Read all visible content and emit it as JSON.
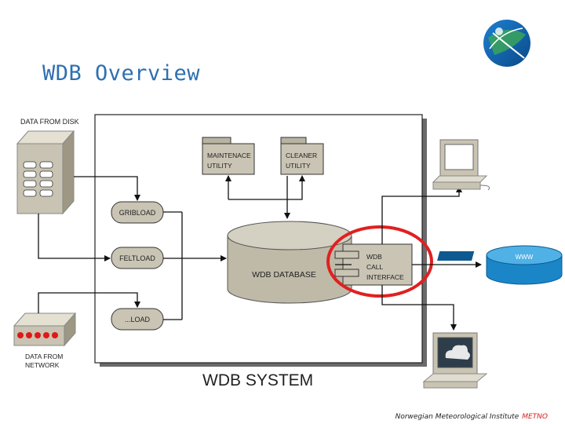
{
  "title": "WDB Overview",
  "footer": {
    "institute": "Norwegian Meteorological Institute",
    "brand": "METNO"
  },
  "diagram": {
    "data_from_disk": "DATA FROM DISK",
    "data_from_network_1": "DATA FROM",
    "data_from_network_2": "NETWORK",
    "gribload": "GRIBLOAD",
    "feltload": "FELTLOAD",
    "other_load": "...LOAD",
    "maintenance_1": "MAINTENACE",
    "maintenance_2": "UTILITY",
    "cleaner_1": "CLEANER",
    "cleaner_2": "UTILITY",
    "database": "WDB DATABASE",
    "call_1": "WDB",
    "call_2": "CALL",
    "call_3": "INTERFACE",
    "system": "WDB SYSTEM",
    "www": "WWW"
  },
  "colors": {
    "title": "#2f6fb0",
    "highlight": "#e02020",
    "box_fill": "#c9c4b4",
    "db_fill": "#bfbaa8",
    "brand": "#d21f1f"
  }
}
